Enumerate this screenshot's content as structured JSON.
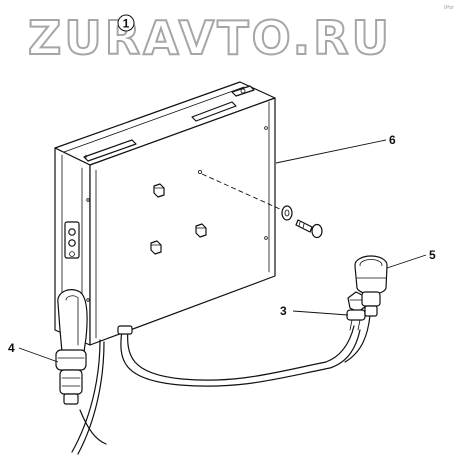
{
  "watermark": {
    "text": "ZURAVTO.RU"
  },
  "corner_mark": "tPor",
  "callouts": [
    {
      "id": "1",
      "label": "1"
    },
    {
      "id": "3",
      "label": "3"
    },
    {
      "id": "4",
      "label": "4"
    },
    {
      "id": "5",
      "label": "5"
    },
    {
      "id": "6",
      "label": "6"
    }
  ]
}
